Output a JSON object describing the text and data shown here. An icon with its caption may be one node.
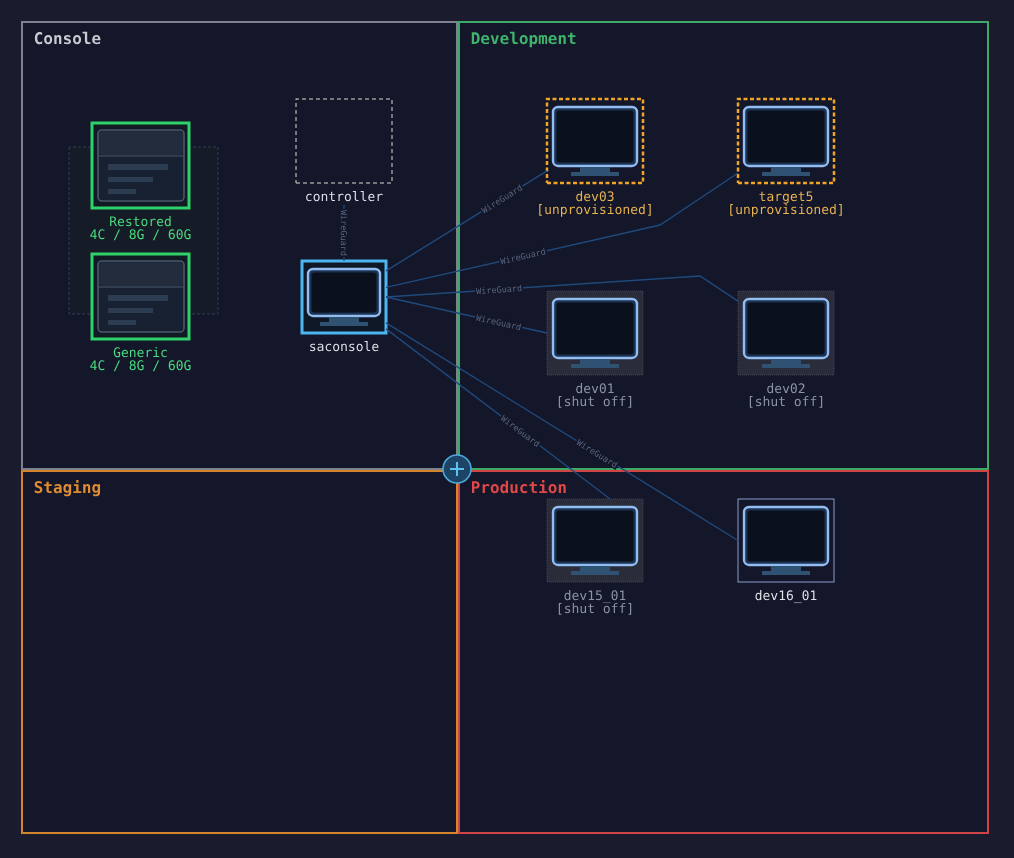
{
  "diagram": {
    "nodes": [
      {
        "text": [
          "Console"
        ]
      },
      {
        "text": [
          "Development"
        ]
      },
      {
        "text": [
          "Staging"
        ]
      },
      {
        "text": [
          "Production"
        ]
      },
      {
        "text": [
          "Restored",
          "4C / 8G / 60G"
        ],
        "in": 0
      },
      {
        "text": [
          "Generic",
          "4C / 8G / 60G"
        ],
        "in": 0
      },
      {
        "text": [
          "controller"
        ],
        "in": 0
      },
      {
        "text": [
          "saconsole"
        ],
        "in": 0
      },
      {
        "text": [
          "dev03",
          "[unprovisioned]"
        ],
        "in": 1
      },
      {
        "text": [
          "target5",
          "[unprovisioned]"
        ],
        "in": 1
      },
      {
        "text": [
          "dev01",
          "[shut off]"
        ],
        "in": 1
      },
      {
        "text": [
          "dev02",
          "[shut off]"
        ],
        "in": 1
      },
      {
        "text": [
          "dev15_01",
          "[shut off]"
        ],
        "in": 3
      },
      {
        "text": [
          "dev16_01"
        ],
        "in": 3
      }
    ],
    "edges": [
      {
        "from": 6,
        "to": 7,
        "arrow": "none",
        "label": "WireGuard"
      },
      {
        "from": 7,
        "to": 8,
        "arrow": "none",
        "label": "WireGuard"
      },
      {
        "from": 7,
        "to": 9,
        "arrow": "none",
        "label": "WireGuard"
      },
      {
        "from": 7,
        "to": 10,
        "arrow": "none",
        "label": "WireGuard"
      },
      {
        "from": 7,
        "to": 11,
        "arrow": "none",
        "label": "WireGuard"
      },
      {
        "from": 7,
        "to": 12,
        "arrow": "none",
        "label": "WireGuard"
      },
      {
        "from": 7,
        "to": 13,
        "arrow": "none",
        "label": "WireGuard"
      }
    ]
  }
}
